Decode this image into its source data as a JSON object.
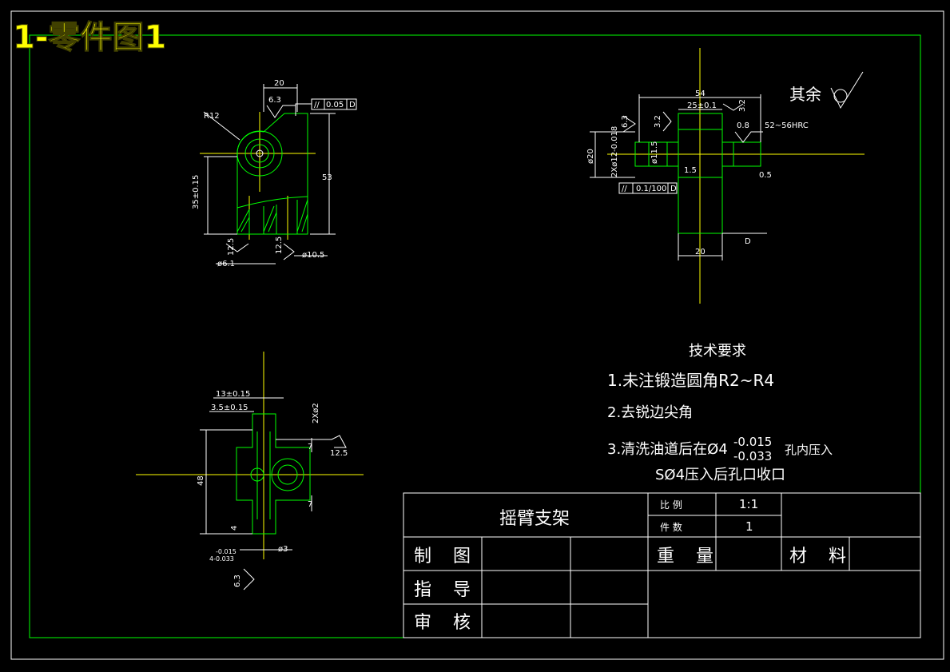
{
  "page_title": "1-零件图1",
  "surface_rest": "其余",
  "views": {
    "front": {
      "dims": {
        "top_width": "20",
        "roughness_top": "6.3",
        "tol_box": "//",
        "tol_val": "0.05",
        "tol_ref": "D",
        "radius": "R12",
        "height_total": "53",
        "height_hole": "35±0.15",
        "rough_left": "12.5",
        "rough_mid": "12.5",
        "dia_left": "ø6.1",
        "dia_right": "ø10.5"
      }
    },
    "side": {
      "dims": {
        "width_total": "54",
        "width_boss": "25±0.1",
        "rough_a": "6.3",
        "rough_b": "3.2",
        "rough_c": "3.2",
        "rough_d": "0.8",
        "hardness": "52~56HRC",
        "dia_20": "ø20",
        "dia_holes": "2Xø12-0.018",
        "dia_hole_small": "ø11.5",
        "chamfer": "1.5",
        "chamfer_right": "0.5",
        "tol_box": "//",
        "tol_val": "0.1/100",
        "tol_ref": "D",
        "bottom_width": "20",
        "datum": "D"
      }
    },
    "bottom": {
      "dims": {
        "w_13": "13±0.15",
        "w_35": "3.5±0.15",
        "holes": "2Xø2",
        "rough": "12.5",
        "h_48": "48",
        "h_7a": "7",
        "h_7b": "7",
        "h_4": "4",
        "dia_3": "ø3",
        "tol_4_upper": "-0.015",
        "tol_4_lower": "4-0.033",
        "rough_bottom": "6.3"
      }
    }
  },
  "tech_requirements": {
    "heading": "技术要求",
    "item1": "1.未注锻造圆角R2~R4",
    "item2": "2.去锐边尖角",
    "item3_prefix": "3.清洗油道后在Ø4",
    "item3_upper": "-0.015",
    "item3_lower": "-0.033",
    "item3_suffix": "孔内压入",
    "item3_line2": "SØ4压入后孔口收口"
  },
  "title_block": {
    "part_name": "摇臂支架",
    "scale_label": "比 例",
    "scale_value": "1:1",
    "qty_label": "件 数",
    "qty_value": "1",
    "weight_label": "重 量",
    "material_label": "材 料",
    "drawn_label": "制 图",
    "guided_label": "指 导",
    "checked_label": "审 核"
  },
  "colors": {
    "background": "#000000",
    "frame": "#00ff00",
    "outline": "#00ff00",
    "dimension": "#ffffff",
    "centerline": "#ffff00",
    "page_title": "#ffff00"
  }
}
